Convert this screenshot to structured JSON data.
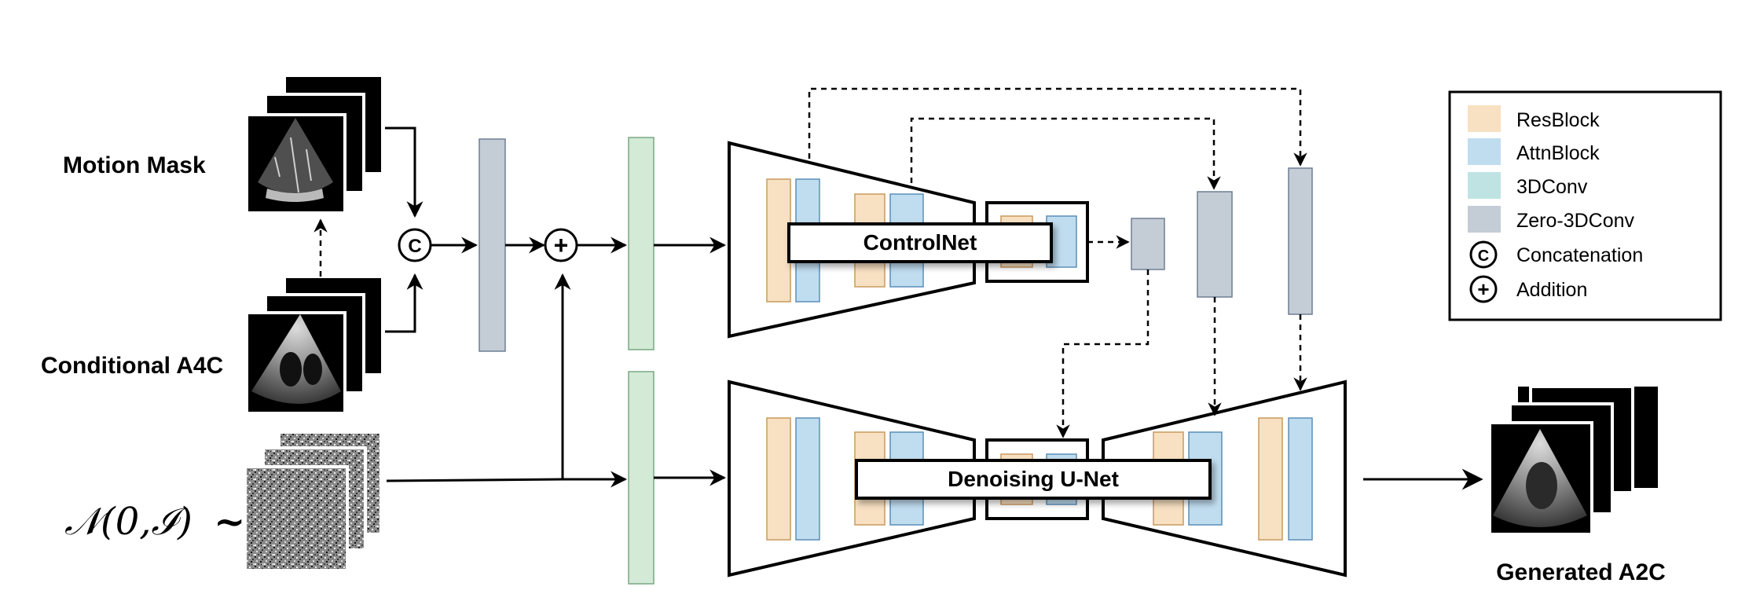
{
  "labels": {
    "motion_mask": "Motion Mask",
    "conditional_a4c": "Conditional A4C",
    "noise_math": "𝒩(0,ℐ)",
    "noise_tilde": "~",
    "controlnet": "ControlNet",
    "denoising_unet": "Denoising U-Net",
    "generated_a2c": "Generated A2C"
  },
  "symbols": {
    "concat": "C",
    "add": "+"
  },
  "legend": {
    "items": [
      {
        "label": "ResBlock",
        "color": "#f8e0c2"
      },
      {
        "label": "AttnBlock",
        "color": "#c0ddf0"
      },
      {
        "label": "3DConv",
        "color": "#bfe3e3"
      },
      {
        "label": "Zero-3DConv",
        "color": "#c4ccd6"
      },
      {
        "label": "Concatenation",
        "symbol": "C"
      },
      {
        "label": "Addition",
        "symbol": "+"
      }
    ]
  },
  "colors": {
    "resblock": "#f8e0c2",
    "resblock_stroke": "#c99a5e",
    "attnblock": "#c0ddf0",
    "attnblock_stroke": "#5b8fb8",
    "conv3d": "#d3ead6",
    "conv3d_stroke": "#7aa884",
    "zero3d": "#c4ccd6",
    "zero3d_stroke": "#6e7e92"
  }
}
